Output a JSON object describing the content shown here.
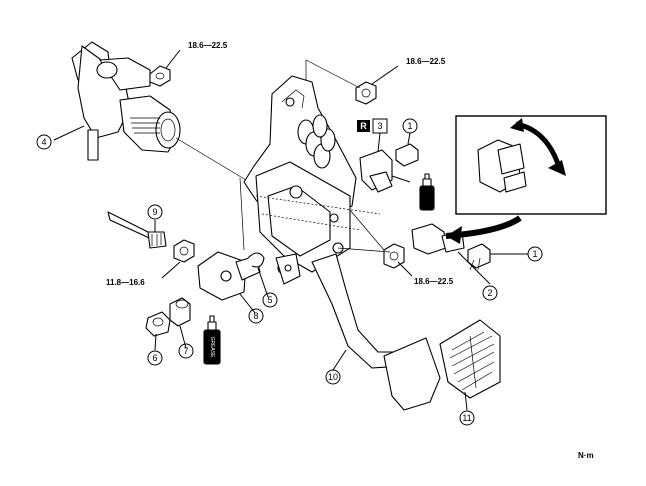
{
  "torques": {
    "t_top_left": "18.6—22.5",
    "t_top_right": "18.6—22.5",
    "t_mid_right": "18.6—22.5",
    "t_left": "11.8—16.6"
  },
  "units": "N·m",
  "callouts": {
    "c1a": "1",
    "c1b": "1",
    "c2": "2",
    "c3": "3",
    "c4": "4",
    "c5": "5",
    "c6": "6",
    "c7": "7",
    "c8": "8",
    "c9": "9",
    "c10": "10",
    "c11": "11"
  },
  "replace_badge": "R",
  "grease_label": "GREASE",
  "colors": {
    "ink": "#000000",
    "paper": "#ffffff"
  }
}
